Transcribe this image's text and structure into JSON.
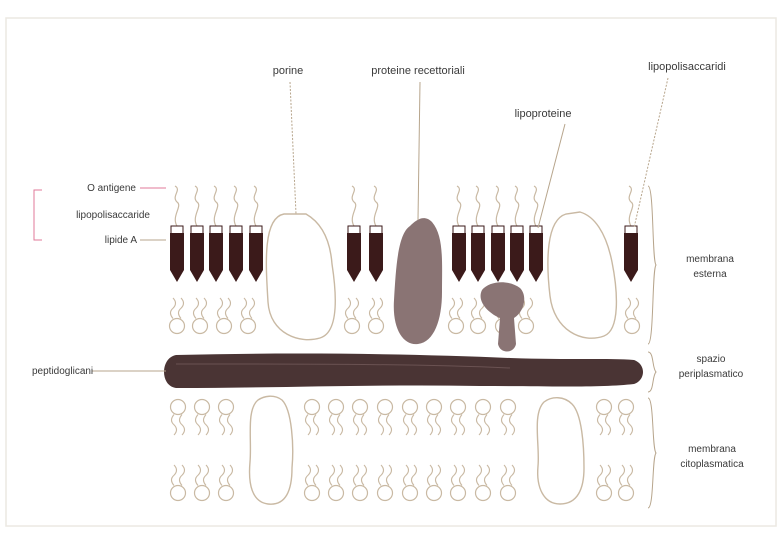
{
  "labels": {
    "porine": "porine",
    "proteine_recettoriali": "proteine recettoriali",
    "lipopolisaccaridi": "lipopolisaccaridi",
    "lipoproteine": "lipoproteine",
    "o_antigene": "O antigene",
    "lipopolisaccaride": "lipopolisaccaride",
    "lipide_a": "lipide A",
    "peptidoglicani": "peptidoglicani",
    "membrana_esterna_1": "membrana",
    "membrana_esterna_2": "esterna",
    "spazio_periplasmatico_1": "spazio",
    "spazio_periplasmatico_2": "periplasmatico",
    "membrana_citoplasmatica_1": "membrana",
    "membrana_citoplasmatica_2": "citoplasmatica"
  },
  "colors": {
    "lps_block": "#3b1a1a",
    "protein": "#8a7474",
    "peptidoglycan": "#4a3434",
    "outline": "#c9b9a3",
    "leader": "#b7a58c",
    "o_antigen_leader": "#e07a9a",
    "frame": "#e6e2dc"
  }
}
